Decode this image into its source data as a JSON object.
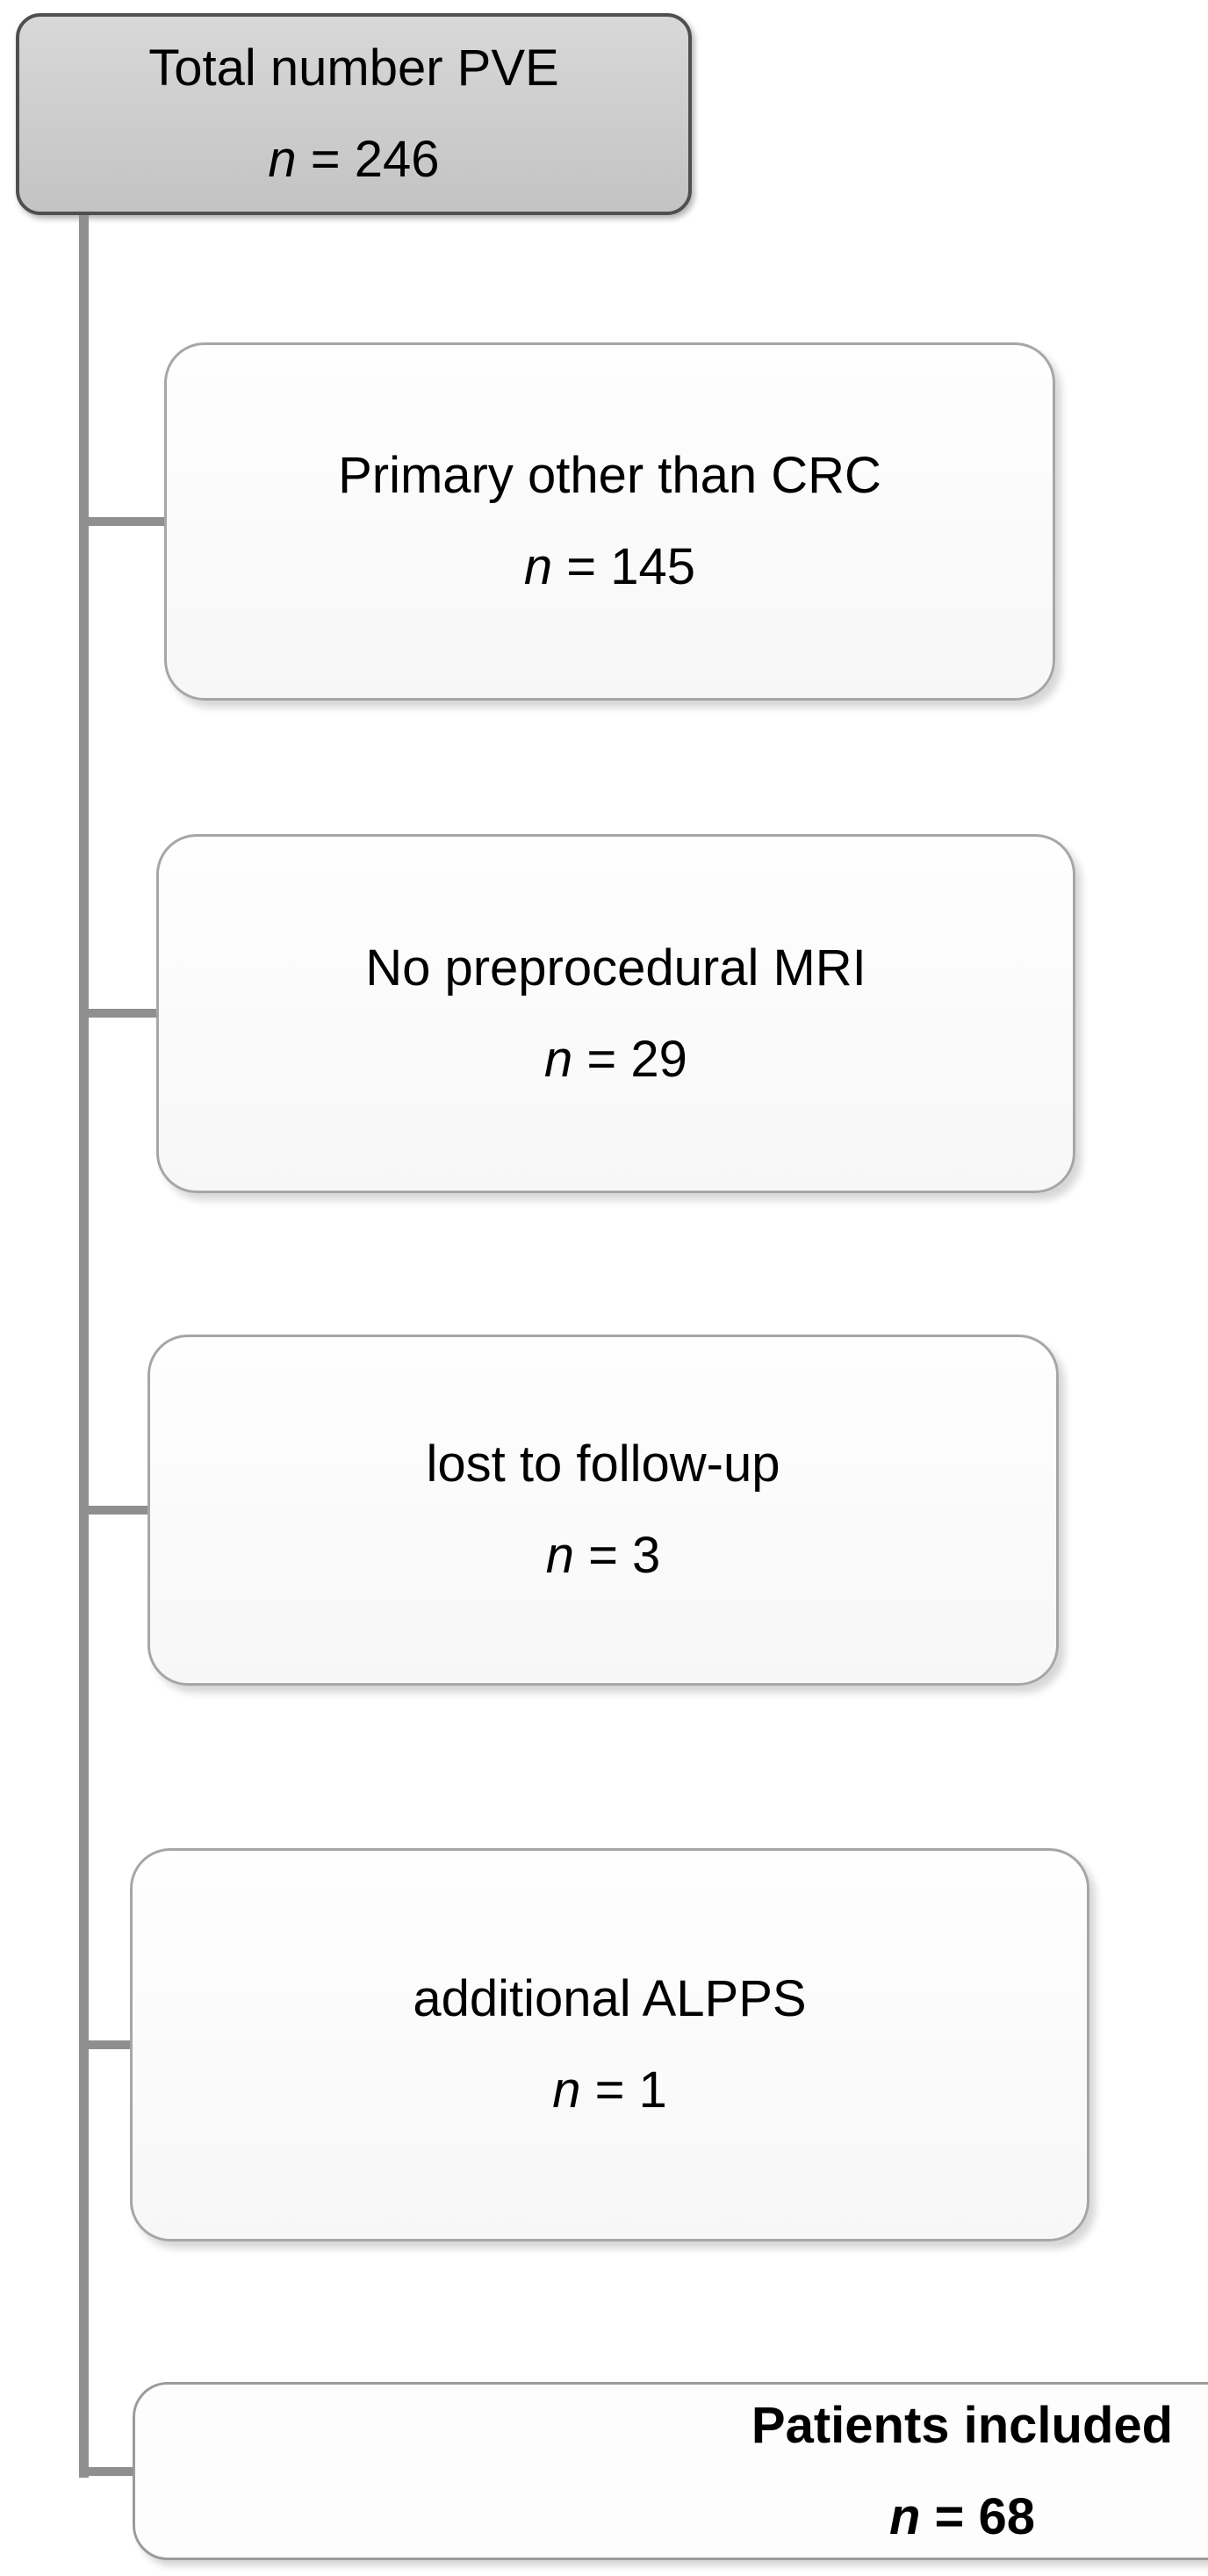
{
  "colors": {
    "line-gray": "#8f8f8f",
    "start-fill-top": "#d8d8d8",
    "start-fill-bottom": "#c3c3c3",
    "start-border": "#4f4f4f",
    "box-border": "#a6a6a6",
    "result-border": "#9b9b9b",
    "text": "#000000"
  },
  "start_box": {
    "label": "Total number PVE",
    "n_symbol": "n",
    "n_rest": " = 246"
  },
  "exclusion_boxes": [
    {
      "label": "Primary other than CRC",
      "n_symbol": "n",
      "n_rest": " = 145"
    },
    {
      "label": "No preprocedural MRI",
      "n_symbol": "n",
      "n_rest": " = 29"
    },
    {
      "label": "lost to follow-up",
      "n_symbol": "n",
      "n_rest": " = 3"
    },
    {
      "label": "additional ALPPS",
      "n_symbol": "n",
      "n_rest": " = 1"
    }
  ],
  "result_box": {
    "label": "Patients included",
    "n_symbol": "n",
    "n_rest": " = 68"
  }
}
